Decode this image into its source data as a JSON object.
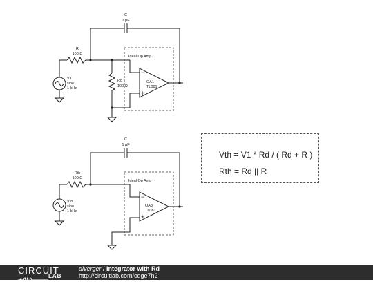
{
  "circuit1": {
    "capacitor_name": "C",
    "capacitor_value": "1 µF",
    "resistor_name": "R",
    "resistor_value": "100 Ω",
    "source_name": "V1",
    "source_type": "sine",
    "source_freq": "1 kHz",
    "rd_name": "Rd",
    "rd_value": "100 Ω",
    "opamp_box_label": "Ideal Op Amp",
    "opamp_name": "OA1",
    "opamp_model": "TL081"
  },
  "circuit2": {
    "capacitor_name": "C",
    "capacitor_value": "1 µF",
    "resistor_name": "Rth",
    "resistor_value": "100 Ω",
    "source_name": "Vth",
    "source_type": "sine",
    "source_freq": "1 kHz",
    "opamp_box_label": "Ideal Op Amp",
    "opamp_name": "OA3",
    "opamp_model": "TL081"
  },
  "opamp_pins": {
    "minus": "−",
    "plus": "+"
  },
  "equations": {
    "vth": "Vth = V1 * Rd / ( Rd + R )",
    "rth": "Rth = Rd || R"
  },
  "footer": {
    "logo_top": "CIRCUIT",
    "logo_bottom": "LAB",
    "author": "diverger",
    "separator": " / ",
    "title": "Integrator with Rd",
    "url": "http://circuitlab.com/cqge7h2"
  }
}
